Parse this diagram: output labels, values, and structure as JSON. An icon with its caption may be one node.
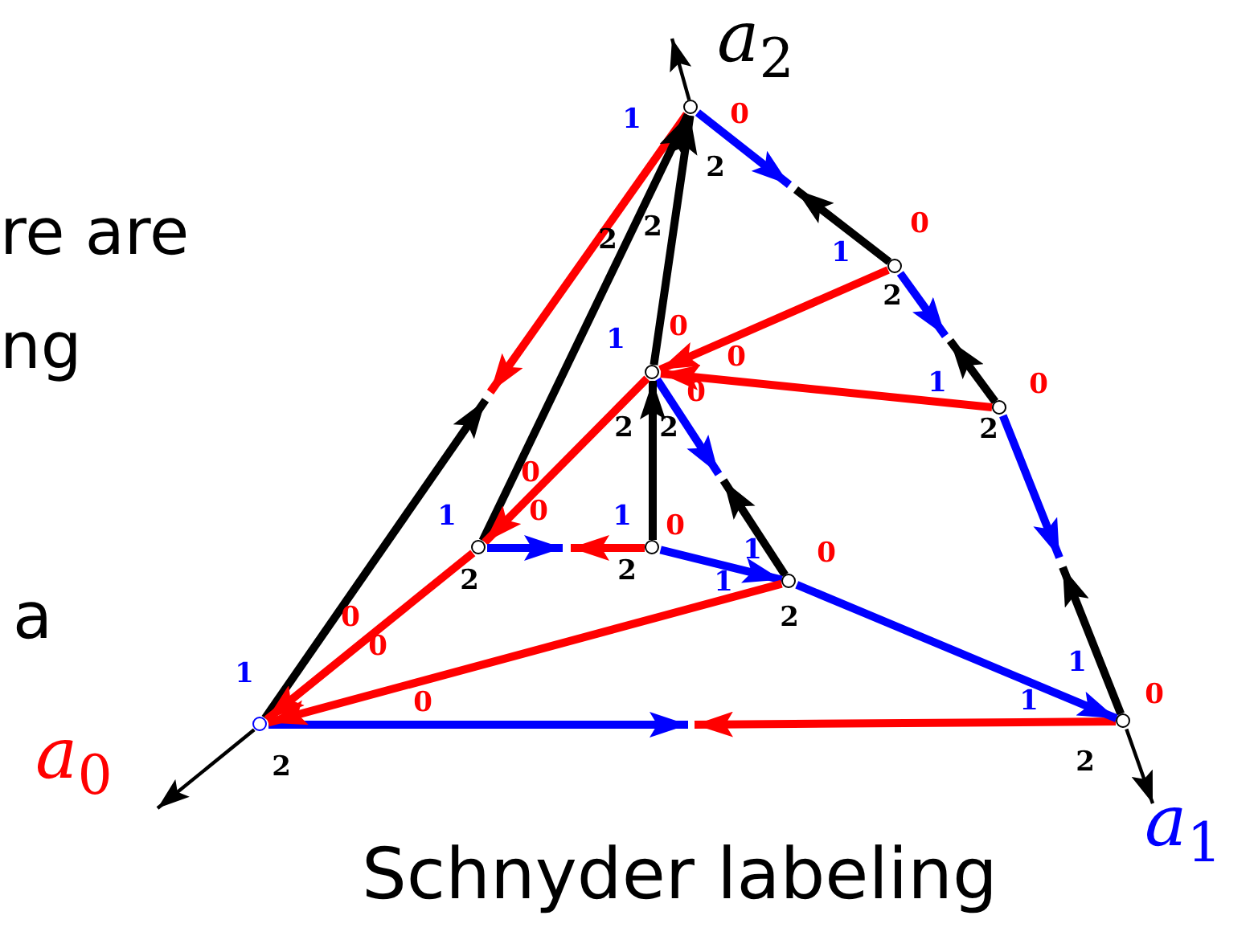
{
  "diagram": {
    "caption": "Schnyder labeling",
    "nodes": [
      {
        "text": [
          "a$_{2}$"
        ]
      },
      {
        "text": [],
        "shape": "circle"
      },
      {
        "text": [],
        "shape": "circle"
      },
      {
        "text": [],
        "shape": "circle"
      },
      {
        "text": [],
        "shape": "circle"
      },
      {
        "text": [],
        "shape": "circle"
      },
      {
        "text": [],
        "shape": "circle"
      },
      {
        "text": [],
        "shape": "circle"
      },
      {
        "text": [],
        "shape": "circle"
      },
      {
        "text": [],
        "shape": "circle"
      },
      {
        "text": [
          "a$_{0}$"
        ]
      },
      {
        "text": [
          "a$_{1}$"
        ]
      }
    ],
    "edges": [
      {
        "from": 1,
        "to": 0,
        "arrow": "to"
      },
      {
        "from": 9,
        "to": null,
        "arrow": "to"
      },
      {
        "from": 1,
        "to": null,
        "arrow": "to",
        "color": "#ff0000"
      },
      {
        "from": 9,
        "to": null,
        "arrow": "to",
        "color": "#0000ff"
      },
      {
        "from": 8,
        "to": null,
        "arrow": "to",
        "color": "#ff0000"
      },
      {
        "from": 1,
        "to": null,
        "arrow": "to",
        "color": "#0000ff"
      },
      {
        "from": 2,
        "to": null,
        "arrow": "to"
      },
      {
        "from": 2,
        "to": null,
        "arrow": "to",
        "color": "#0000ff"
      },
      {
        "from": 4,
        "to": null,
        "arrow": "to"
      },
      {
        "from": 4,
        "to": null,
        "arrow": "to",
        "color": "#0000ff"
      },
      {
        "from": 8,
        "to": null,
        "arrow": "to"
      },
      {
        "from": 5,
        "to": 1,
        "arrow": "to"
      },
      {
        "from": 3,
        "to": 1,
        "arrow": "to"
      },
      {
        "from": 2,
        "to": 3,
        "arrow": "to",
        "color": "#ff0000"
      },
      {
        "from": 4,
        "to": 3,
        "arrow": "to",
        "color": "#ff0000"
      },
      {
        "from": 3,
        "to": null,
        "arrow": "to",
        "color": "#0000ff"
      },
      {
        "from": 7,
        "to": null,
        "arrow": "to"
      },
      {
        "from": 6,
        "to": 3,
        "arrow": "to"
      },
      {
        "from": 3,
        "to": 5,
        "arrow": "to",
        "color": "#ff0000"
      },
      {
        "from": 5,
        "to": 9,
        "arrow": "to",
        "color": "#ff0000"
      },
      {
        "from": 5,
        "to": null,
        "arrow": "to",
        "color": "#0000ff"
      },
      {
        "from": 6,
        "to": null,
        "arrow": "to",
        "color": "#ff0000"
      },
      {
        "from": 6,
        "to": 7,
        "arrow": "to",
        "color": "#0000ff"
      },
      {
        "from": 7,
        "to": 8,
        "arrow": "to",
        "color": "#0000ff"
      },
      {
        "from": 7,
        "to": 9,
        "arrow": "to",
        "color": "#ff0000"
      },
      {
        "from": 8,
        "to": 11,
        "arrow": "to"
      },
      {
        "from": 9,
        "to": 10,
        "arrow": "to"
      }
    ],
    "labels": [
      "re are",
      "1",
      "0",
      "2",
      "2",
      "2",
      "0",
      "1",
      "2",
      "0",
      "1",
      "ng",
      "0",
      "1",
      "0",
      "0",
      "2",
      "2",
      "2",
      "0",
      "1",
      "0",
      "1",
      "0",
      "1",
      "0",
      "2",
      "2",
      "1",
      "2",
      "0",
      "a",
      "0",
      "1",
      "1",
      "0",
      "1",
      "0",
      "2",
      "2"
    ]
  }
}
